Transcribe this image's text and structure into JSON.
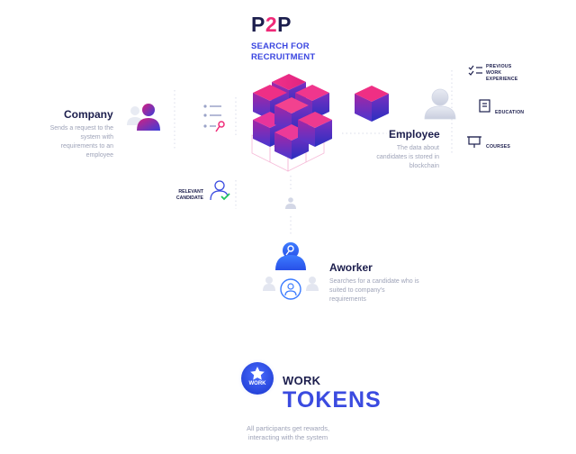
{
  "brand": {
    "title_start": "P",
    "title_mid": "2",
    "title_end": "P",
    "subtitle_line1": "SEARCH FOR",
    "subtitle_line2": "RECRUITMENT"
  },
  "company": {
    "title": "Company",
    "desc": [
      "Sends a request to the",
      "system with",
      "requirements to an",
      "employee"
    ]
  },
  "employee": {
    "title": "Employee",
    "desc": [
      "The data about",
      "candidates is stored in",
      "blockchain"
    ]
  },
  "aworker": {
    "title": "Aworker",
    "desc": [
      "Searches for a candidate who is",
      "suited to company's",
      "requirements"
    ]
  },
  "relevant_candidate": {
    "line1": "RELEVANT",
    "line2": "CANDIDATE"
  },
  "employee_data": [
    {
      "icon": "checklist-icon",
      "lines": [
        "PREVIOUS",
        "WORK",
        "EXPERIENCE"
      ]
    },
    {
      "icon": "document-icon",
      "lines": [
        "EDUCATION"
      ]
    },
    {
      "icon": "presentation-board-icon",
      "lines": [
        "COURSES"
      ]
    }
  ],
  "token": {
    "badge_label": "WORK",
    "work": "WORK",
    "tokens": "TOKENS",
    "footer": [
      "All participants get rewards,",
      "interacting with the system"
    ]
  },
  "colors": {
    "accent_blue": "#3b4be0",
    "accent_pink": "#ef2a78",
    "navy": "#1c1e4d",
    "muted": "#9ea3b8"
  }
}
